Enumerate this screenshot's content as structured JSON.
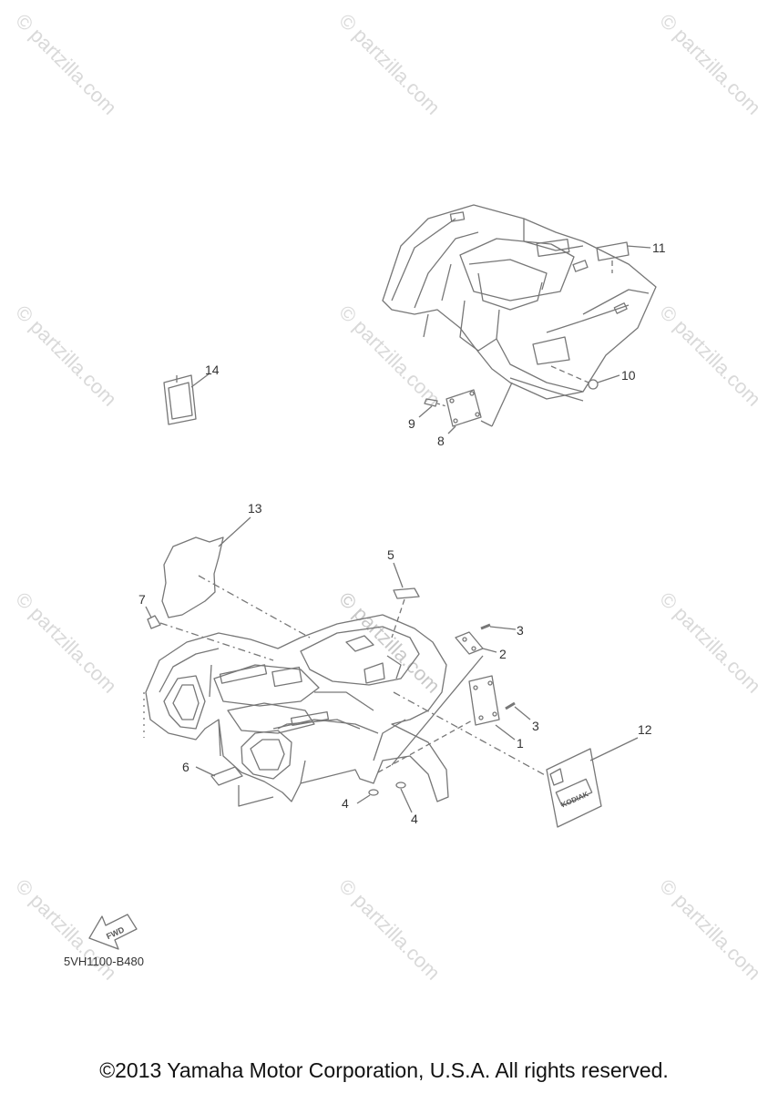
{
  "watermark": "© partzilla.com",
  "callouts": {
    "c1": "1",
    "c2": "2",
    "c3a": "3",
    "c3b": "3",
    "c4a": "4",
    "c4b": "4",
    "c5": "5",
    "c6": "6",
    "c7": "7",
    "c8": "8",
    "c9": "9",
    "c10": "10",
    "c11": "11",
    "c12": "12",
    "c13": "13",
    "c14": "14"
  },
  "decal_text": "KODIAK",
  "fwd_label": "FWD",
  "part_code": "5VH1100-B480",
  "copyright": "©2013 Yamaha Motor Corporation, U.S.A. All rights reserved."
}
